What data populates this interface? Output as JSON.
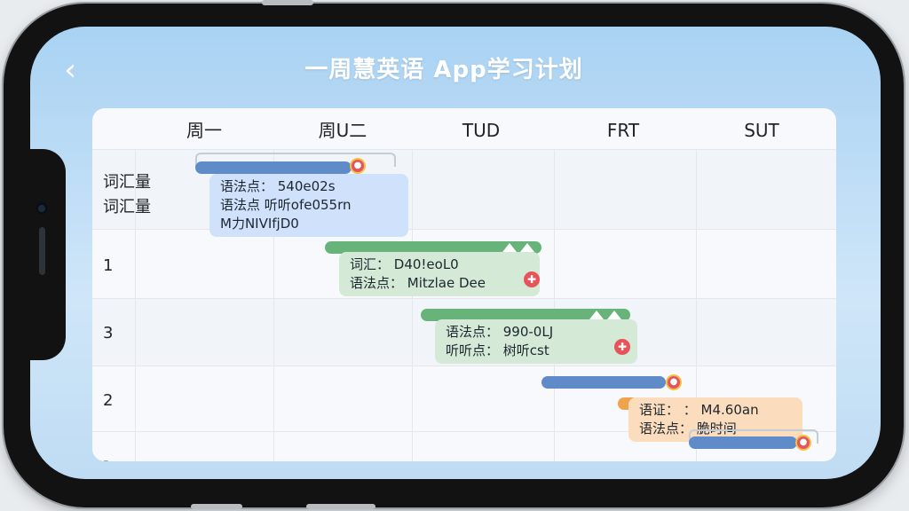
{
  "header": {
    "back_icon": "chevron-left-icon",
    "title": "一周慧英语 App学习计划"
  },
  "columns": [
    "周一",
    "周U二",
    "TUD",
    "FRT",
    "SUT"
  ],
  "rows": [
    {
      "label_line1": "词汇量",
      "label_line2": "词汇量"
    },
    {
      "label_line1": "1"
    },
    {
      "label_line1": "3"
    },
    {
      "label_line1": "2"
    },
    {
      "label_line1": "-"
    }
  ],
  "tasks": [
    {
      "color": "#5f8cc9",
      "lines": [
        "语法点： 540e02s",
        "语法点  听听ofe055rn",
        "M力NIVIfjD0"
      ]
    },
    {
      "color": "#68b37a",
      "lines": [
        "词汇： D40!eoL0",
        "语法点： Mitzlae Dee"
      ]
    },
    {
      "color": "#68b37a",
      "lines": [
        "语法点： 990-0LJ",
        "听听点： 树听cst"
      ]
    },
    {
      "color": "#f0a24c",
      "lines": [
        "语证： ： M4.60an",
        "语法点： 脆时间"
      ]
    }
  ]
}
